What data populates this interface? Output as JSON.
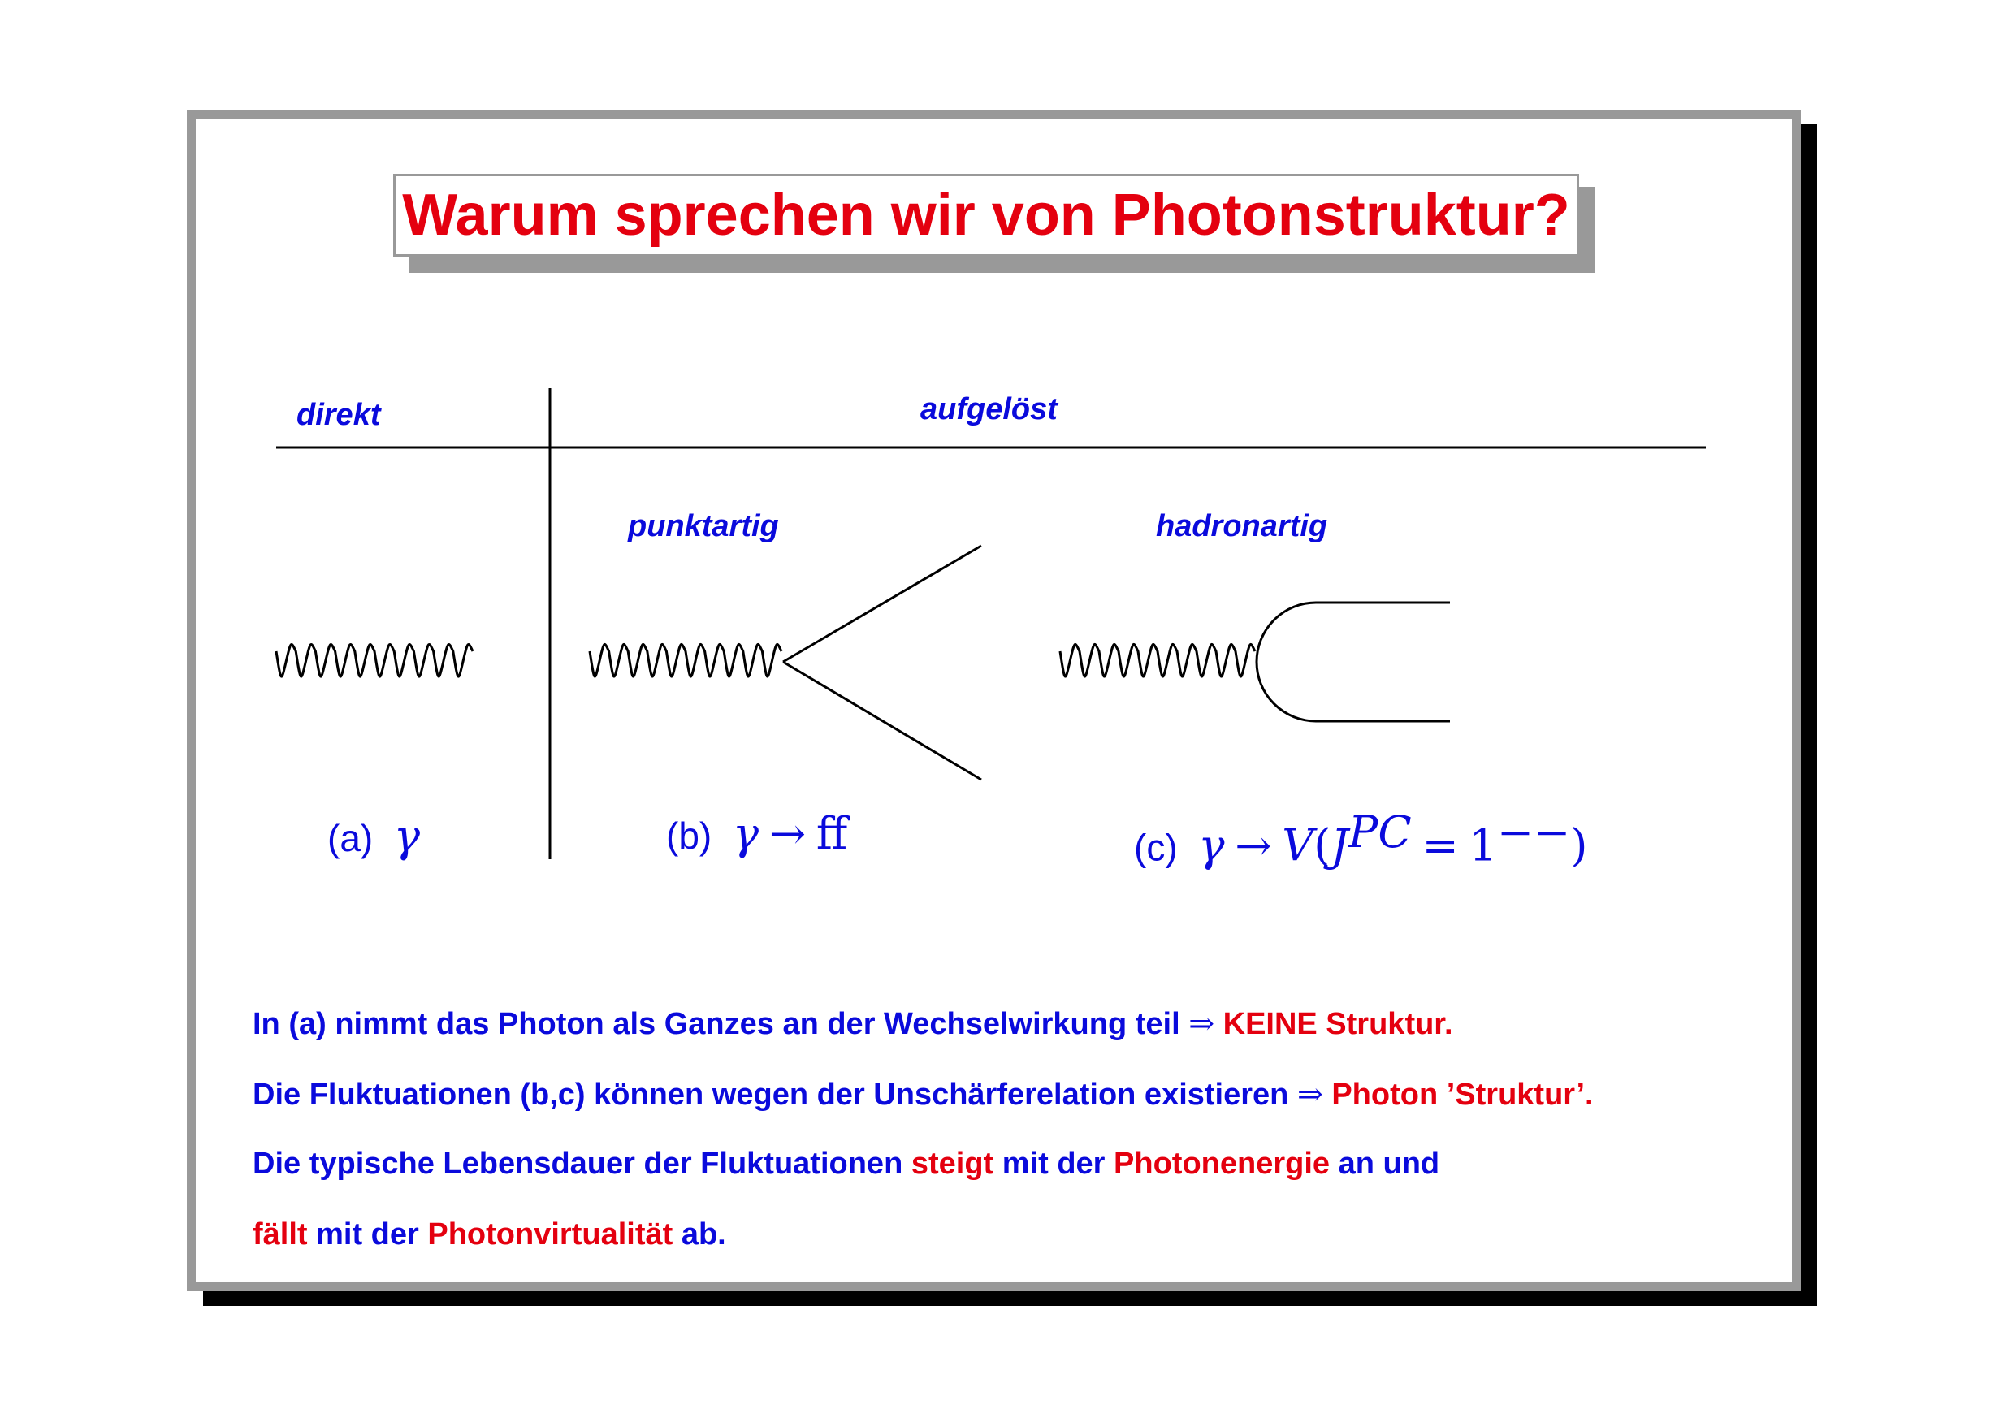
{
  "title": "Warum sprechen wir von Photonstruktur?",
  "columns": {
    "direkt": "direkt",
    "aufgeloest": "aufgelöst",
    "punktartig": "punktartig",
    "hadronartig": "hadronartig"
  },
  "captions": {
    "a": {
      "prefix": "(a)",
      "formula": "γ"
    },
    "b": {
      "prefix": "(b)",
      "gamma": "γ",
      "arrow": "→",
      "rhs": "ff"
    },
    "c": {
      "prefix": "(c)",
      "gamma": "γ",
      "arrow": "→",
      "V": "V",
      "open": "(",
      "J": "J",
      "sup_pc": "PC",
      "eq": "=",
      "one": "1",
      "sup_mm": "−−",
      "close": ")"
    }
  },
  "lines": [
    {
      "p1": "In (a) nimmt das Photon als Ganzes an der Wechselwirkung teil ",
      "arrow": "⇒",
      "p2": " KEINE Struktur."
    },
    {
      "p1": "Die Fluktuationen (b,c) können wegen der Unschärferelation existieren ",
      "arrow": "⇒",
      "p2": " Photon ’Struktur’."
    },
    {
      "p1": "Die typische Lebensdauer der Fluktuationen ",
      "r1": "steigt",
      "p2": " mit der ",
      "r2": "Photonenergie",
      "p3": " an und"
    },
    {
      "r1": "fällt",
      "p1": " mit der ",
      "r2": "Photonvirtualität",
      "p2": " ab."
    }
  ],
  "colors": {
    "title": "#e4000f",
    "text_blue": "#0a0adc",
    "text_red": "#e4000f",
    "frame": "#999999",
    "shadow": "#000000"
  }
}
